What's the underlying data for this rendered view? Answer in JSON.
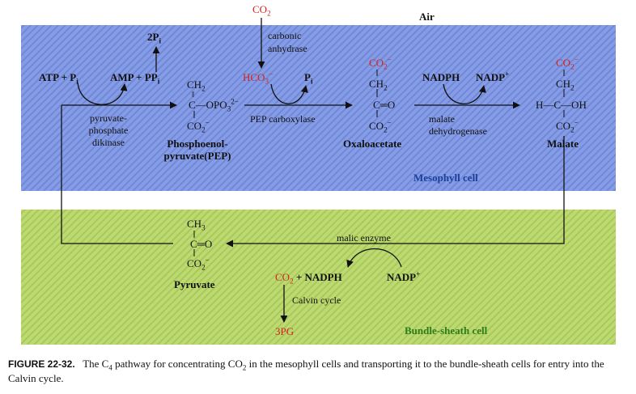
{
  "colors": {
    "mesophyll_region": "#7f97e2",
    "bundle_sheath_region": "#b5d465",
    "product_red": "#d2231c",
    "arrow": "#111111"
  },
  "regions": {
    "air": "Air",
    "mesophyll": "Mesophyll cell",
    "bundle_sheath": "Bundle-sheath cell"
  },
  "atmosphere": {
    "co2": "CO",
    "co2_sub": "2",
    "enzyme_line1": "carbonic",
    "enzyme_line2": "anhydrase"
  },
  "pyruvate_phosphate_dikinase": {
    "atp": "ATP",
    "plus1": "+",
    "pi": "P",
    "pi_sub": "i",
    "amp": "AMP",
    "plus2": "+",
    "ppi": "PP",
    "ppi_sub": "i",
    "two_pi": "2P",
    "two_pi_sub": "i",
    "enzyme_line1": "pyruvate-",
    "enzyme_line2": "phosphate",
    "enzyme_line3": "dikinase"
  },
  "pep": {
    "ch2": "CH",
    "ch2_sub": "2",
    "bond": "‖",
    "c_row": "C—OPO",
    "c_row_sub": "3",
    "c_row_sup": "2−",
    "vbond": "|",
    "co2": "CO",
    "co2_sub": "2",
    "co2_sup": "−",
    "name_line1": "Phosphoenol-",
    "name_line2": "pyruvate(PEP)"
  },
  "pep_carboxylase": {
    "hco3": "HCO",
    "hco3_sub": "3",
    "hco3_sup": "−",
    "pi": "P",
    "pi_sub": "i",
    "enzyme": "PEP carboxylase"
  },
  "oxaloacetate": {
    "co2_top": "CO",
    "co2_top_sub": "2",
    "co2_top_sup": "−",
    "ch2": "CH",
    "ch2_sub": "2",
    "c_row": "C═O",
    "co2_bottom": "CO",
    "co2_bottom_sub": "2",
    "co2_bottom_sup": "−",
    "name": "Oxaloacetate"
  },
  "malate_dehydrogenase": {
    "nadph": "NADPH",
    "nadp": "NADP",
    "nadp_sup": "+",
    "enzyme_line1": "malate",
    "enzyme_line2": "dehydrogenase"
  },
  "malate": {
    "co2_top": "CO",
    "co2_top_sub": "2",
    "co2_top_sup": "−",
    "ch2": "CH",
    "ch2_sub": "2",
    "c_row": "H—C—OH",
    "co2_bottom": "CO",
    "co2_bottom_sub": "2",
    "co2_bottom_sup": "−",
    "name": "Malate"
  },
  "malic_enzyme": {
    "enzyme": "malic enzyme",
    "co2": "CO",
    "co2_sub": "2",
    "plus": "+",
    "nadph": "NADPH",
    "nadp": "NADP",
    "nadp_sup": "+"
  },
  "pyruvate": {
    "ch3": "CH",
    "ch3_sub": "3",
    "c_row": "C═O",
    "co2": "CO",
    "co2_sub": "2",
    "co2_sup": "−",
    "name": "Pyruvate"
  },
  "calvin": {
    "label": "Calvin cycle",
    "product": "3PG"
  },
  "caption": {
    "figure": "FIGURE 22-32.",
    "text_part1": "The C",
    "text_sub": "4",
    "text_part2": "pathway for concentrating CO",
    "text_sub2": "2",
    "text_part3": "in the mesophyll cells and transporting it to the bundle-sheath cells for entry into the Calvin cycle."
  }
}
